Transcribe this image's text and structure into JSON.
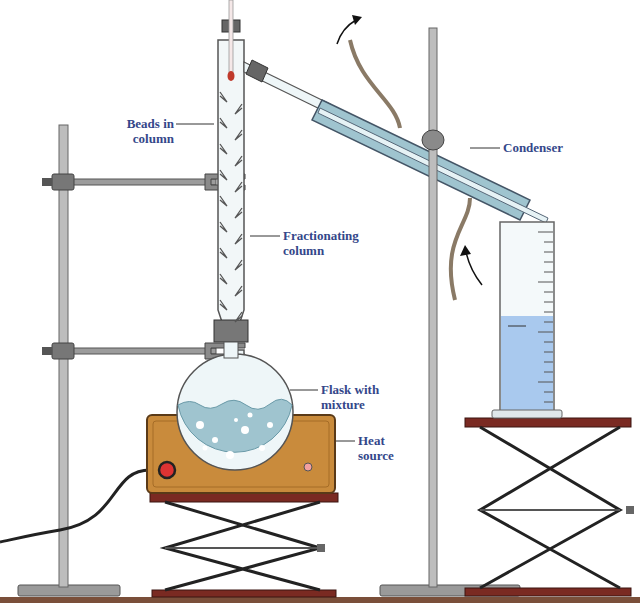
{
  "diagram": {
    "labels": [
      "Beads in column",
      "Fractionating column",
      "Flask with mixture",
      "Heat source",
      "Condenser"
    ]
  }
}
